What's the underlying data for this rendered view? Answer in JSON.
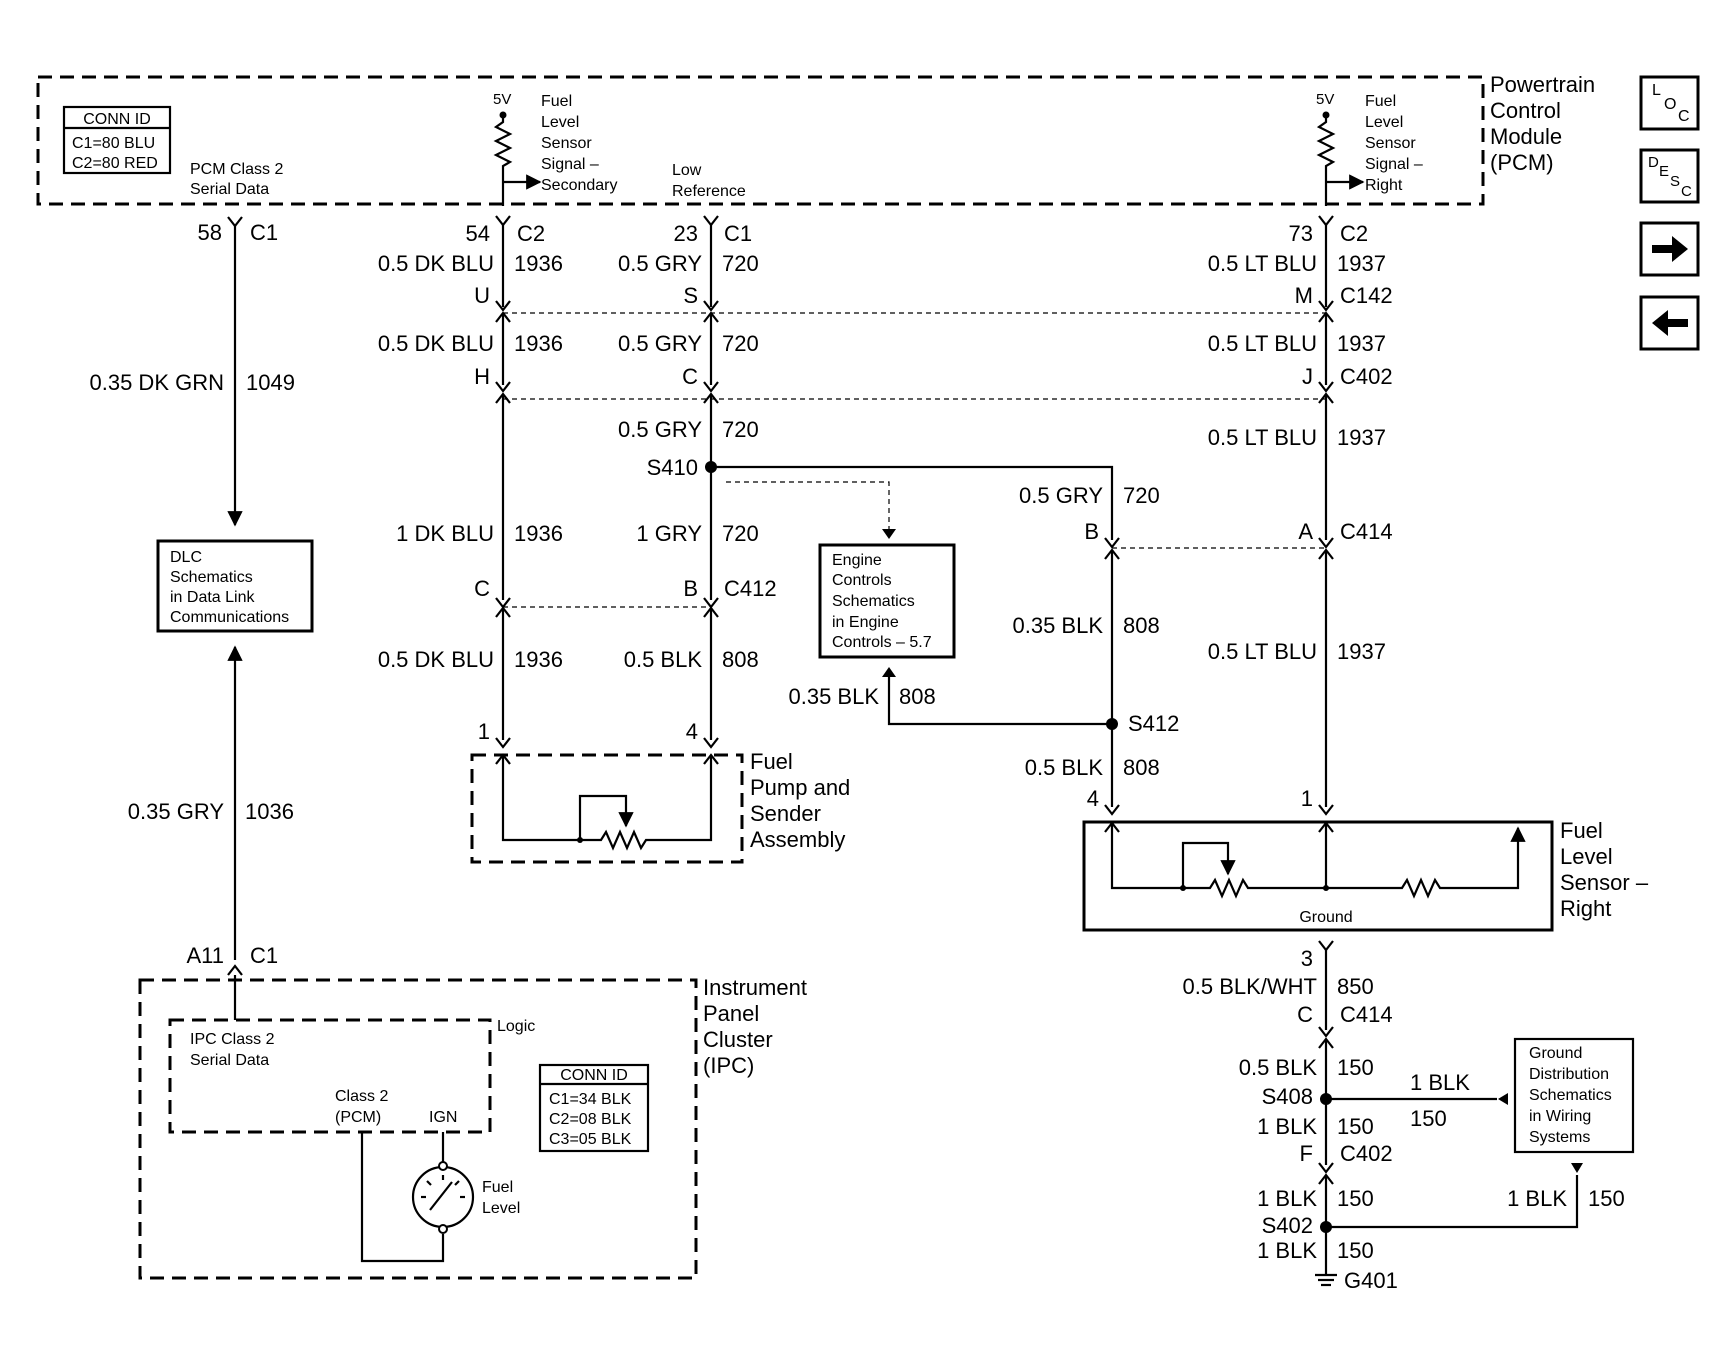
{
  "pcm": {
    "name_lines": [
      "Powertrain",
      "Control",
      "Module",
      "(PCM)"
    ],
    "conn_id": {
      "title": "CONN ID",
      "lines": [
        "C1=80 BLU",
        "C2=80 RED"
      ]
    },
    "class2_label": [
      "PCM Class 2",
      "Serial Data"
    ],
    "v5_left": "5V",
    "v5_right": "5V",
    "sensor_secondary": [
      "Fuel",
      "Level",
      "Sensor",
      "Signal –",
      "Secondary"
    ],
    "sensor_right": [
      "Fuel",
      "Level",
      "Sensor",
      "Signal –",
      "Right"
    ],
    "low_ref": [
      "Low",
      "Reference"
    ]
  },
  "nav_buttons": {
    "loc": "LOC",
    "desc": "DESC",
    "next": "→",
    "prev": "←"
  },
  "circuit_1049": {
    "pin": "58",
    "conn": "C1",
    "wire": "0.35 DK GRN",
    "circuit": "1049"
  },
  "dlc": {
    "lines": [
      "DLC",
      "Schematics",
      "in Data Link",
      "Communications"
    ]
  },
  "circuit_1036": {
    "wire": "0.35 GRY",
    "circuit": "1036",
    "pin": "A11",
    "conn": "C1"
  },
  "ipc": {
    "name_lines": [
      "Instrument",
      "Panel",
      "Cluster",
      "(IPC)"
    ],
    "logic": "Logic",
    "class2_label": [
      "IPC Class 2",
      "Serial Data"
    ],
    "class2_pcm": [
      "Class 2",
      "(PCM)"
    ],
    "ign": "IGN",
    "fuel_level": [
      "Fuel",
      "Level"
    ],
    "conn_id": {
      "title": "CONN ID",
      "lines": [
        "C1=34 BLK",
        "C2=08 BLK",
        "C3=05 BLK"
      ]
    }
  },
  "circuit_1936": {
    "pin": "54",
    "conn": "C2",
    "w1": "0.5 DK BLU",
    "c1": "1936",
    "u": "U",
    "w2": "0.5 DK BLU",
    "c2": "1936",
    "h": "H",
    "w3": "1 DK BLU",
    "c3": "1936",
    "c": "C",
    "w4": "0.5 DK BLU",
    "c4": "1936",
    "term": "1"
  },
  "circuit_720": {
    "pin": "23",
    "conn": "C1",
    "w1": "0.5 GRY",
    "c1": "720",
    "s": "S",
    "w2": "0.5 GRY",
    "c2": "720",
    "cpin": "C",
    "w3": "0.5 GRY",
    "c3": "720",
    "splice": "S410",
    "w4": "1 GRY",
    "c4": "720",
    "b": "B",
    "c412": "C412",
    "w5": "0.5 BLK",
    "c5": "808",
    "term": "4"
  },
  "branch_720": {
    "wire": "0.5 GRY",
    "circuit": "720",
    "pin": "B"
  },
  "branch_808": {
    "w1": "0.35 BLK",
    "c1": "808",
    "w2": "0.35 BLK",
    "c2": "808",
    "splice": "S412",
    "w3": "0.5 BLK",
    "c3": "808",
    "term": "4"
  },
  "engine_controls": {
    "lines": [
      "Engine",
      "Controls",
      "Schematics",
      "in Engine",
      "Controls – 5.7"
    ]
  },
  "fuel_pump": {
    "name_lines": [
      "Fuel",
      "Pump and",
      "Sender",
      "Assembly"
    ]
  },
  "circuit_1937": {
    "pin": "73",
    "conn": "C2",
    "w1": "0.5 LT BLU",
    "c1": "1937",
    "m": "M",
    "c142": "C142",
    "w2": "0.5 LT BLU",
    "c2": "1937",
    "j": "J",
    "c402": "C402",
    "w3": "0.5 LT BLU",
    "c3": "1937",
    "a": "A",
    "c414": "C414",
    "w4": "0.5 LT BLU",
    "c4": "1937",
    "term": "1"
  },
  "sensor_right": {
    "name_lines": [
      "Fuel",
      "Level",
      "Sensor –",
      "Right"
    ],
    "ground": "Ground"
  },
  "ground_circuit": {
    "term": "3",
    "w1": "0.5 BLK/WHT",
    "c1": "850",
    "cpin": "C",
    "c414": "C414",
    "w2": "0.5 BLK",
    "c2": "150",
    "s408": "S408",
    "w3": "1 BLK",
    "c3": "150",
    "fpin": "F",
    "c402": "C402",
    "w4": "1 BLK",
    "c4": "150",
    "s402": "S402",
    "w5": "1 BLK",
    "c5": "150",
    "ground": "G401",
    "branch1_wire": "1 BLK",
    "branch1_circuit": "150",
    "branch2_wire": "1 BLK",
    "branch2_circuit": "150"
  },
  "ground_dist": {
    "lines": [
      "Ground",
      "Distribution",
      "Schematics",
      "in Wiring",
      "Systems"
    ]
  }
}
